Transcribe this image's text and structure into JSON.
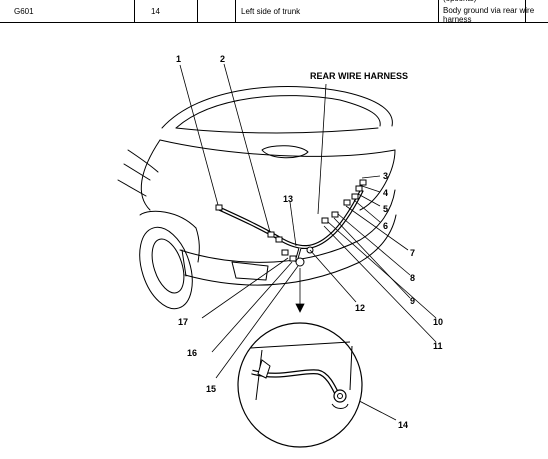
{
  "table_row": {
    "code": "G601",
    "number": "14",
    "location": "Left side of trunk",
    "desc_top": "(optional)",
    "description_line1": "Body ground via rear wire",
    "description_line2": "harness"
  },
  "diagram": {
    "title": "REAR WIRE HARNESS",
    "callouts": [
      "1",
      "2",
      "3",
      "4",
      "5",
      "6",
      "7",
      "8",
      "9",
      "10",
      "11",
      "12",
      "13",
      "14",
      "15",
      "16",
      "17"
    ]
  }
}
